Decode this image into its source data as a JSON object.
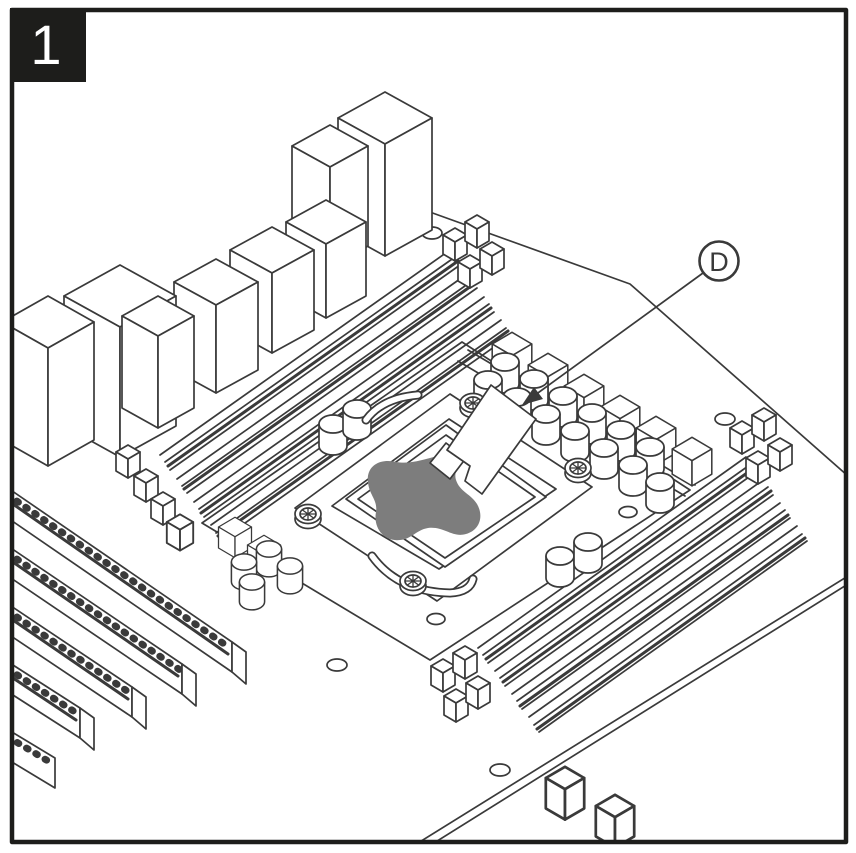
{
  "figure": {
    "step_number": "1",
    "callout_label": "D",
    "description": "Isometric line illustration of a motherboard CPU socket area with gray thermal paste applied to the CPU by an applicator, called out with label D"
  },
  "colors": {
    "background": "#ffffff",
    "frame": "#1d1d1b",
    "line": "#3a3a3a",
    "paste_gray": "#7d7d7d"
  },
  "components": [
    "frame-border",
    "step-number-box",
    "capacitor-boxes",
    "dimm-slots-left",
    "dimm-slots-right",
    "pcie-slots",
    "cpu-socket-zone",
    "ilm-retention-frame",
    "cpu-ihs",
    "thermal-paste-blob",
    "paste-applicator",
    "retention-screws",
    "vrm-chokes",
    "capacitors-round",
    "mounting-holes",
    "callout-leader",
    "callout-circle",
    "board-edges"
  ]
}
